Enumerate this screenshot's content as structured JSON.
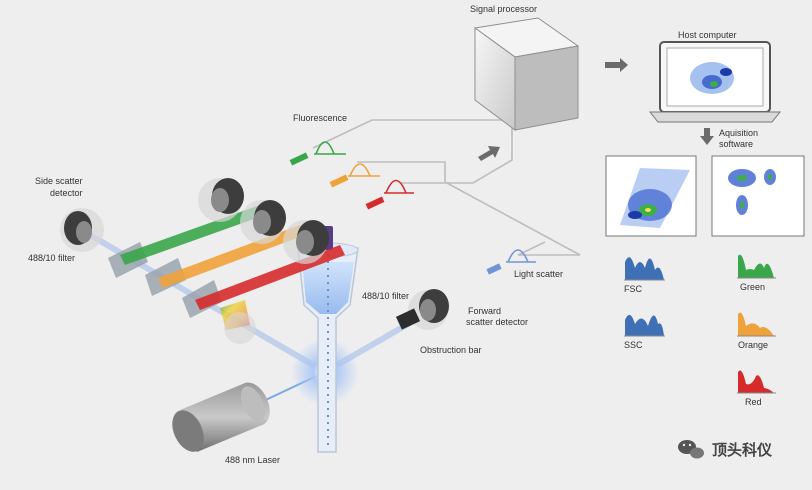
{
  "labels": {
    "signal_processor": "Signal processor",
    "host_computer": "Host computer",
    "acquisition_software_line1": "Aquisition",
    "acquisition_software_line2": "software",
    "fluorescence": "Fluorescence",
    "side_scatter_line1": "Side scatter",
    "side_scatter_line2": "detector",
    "filter_488_left": "488/10 filter",
    "filter_488_right": "488/10 filter",
    "light_scatter": "Light scatter",
    "forward_scatter_line1": "Forward",
    "forward_scatter_line2": "scatter detector",
    "obstruction_bar": "Obstruction bar",
    "laser": "488 nm Laser"
  },
  "histograms": [
    {
      "label": "FSC",
      "color": "#3f6fb5"
    },
    {
      "label": "SSC",
      "color": "#3f6fb5"
    },
    {
      "label": "Green",
      "color": "#3aa64a"
    },
    {
      "label": "Orange",
      "color": "#f0a23a"
    },
    {
      "label": "Red",
      "color": "#d62b2b"
    }
  ],
  "watermark": "顶头科仪",
  "colors": {
    "green": "#3fae49",
    "orange": "#f2a03b",
    "red": "#d93030",
    "blue": "#6f95d6",
    "laser_blue": "#7aa8e6"
  }
}
